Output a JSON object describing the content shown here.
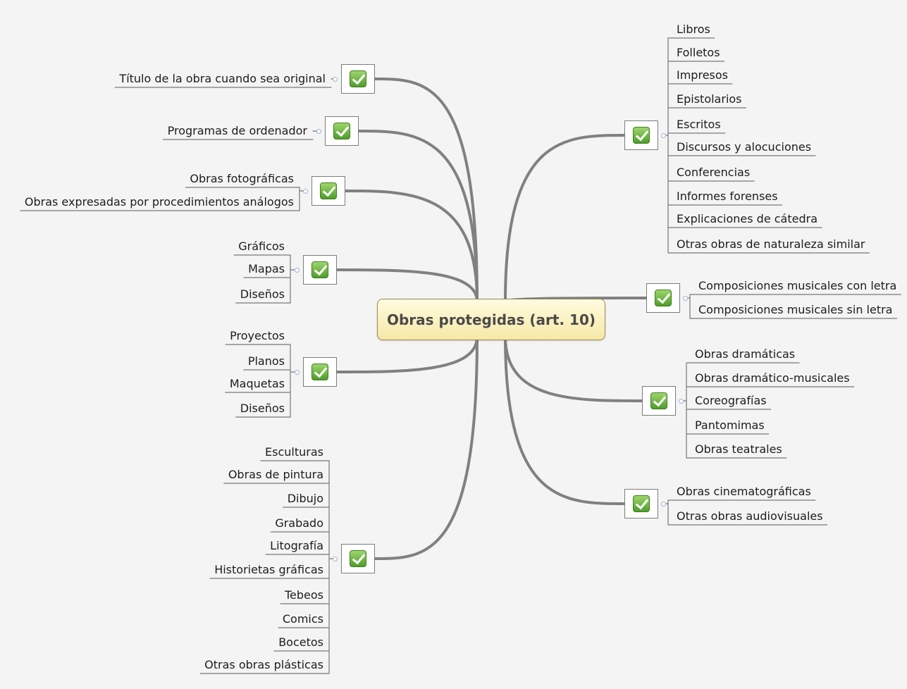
{
  "central": {
    "title": "Obras protegidas (art. 10)"
  },
  "colors": {
    "link": "#808080",
    "leaf_line": "#777777",
    "central_fill": "#f7e8a6",
    "check_green": "#5aa832"
  },
  "branches": [
    {
      "id": "titulo",
      "side": "left",
      "icon": "checkbox-checked-icon",
      "items": [
        "Título de la obra cuando sea original"
      ]
    },
    {
      "id": "programas",
      "side": "left",
      "icon": "checkbox-checked-icon",
      "items": [
        "Programas de ordenador"
      ]
    },
    {
      "id": "fotograficas",
      "side": "left",
      "icon": "checkbox-checked-icon",
      "items": [
        "Obras fotográficas",
        "Obras expresadas por procedimientos análogos"
      ]
    },
    {
      "id": "graficos",
      "side": "left",
      "icon": "checkbox-checked-icon",
      "items": [
        "Gráficos",
        "Mapas",
        "Diseños"
      ]
    },
    {
      "id": "proyectos",
      "side": "left",
      "icon": "checkbox-checked-icon",
      "items": [
        "Proyectos",
        "Planos",
        "Maquetas",
        "Diseños"
      ]
    },
    {
      "id": "plasticas",
      "side": "left",
      "icon": "checkbox-checked-icon",
      "items": [
        "Esculturas",
        "Obras de pintura",
        "Dibujo",
        "Grabado",
        "Litografía",
        "Historietas gráficas",
        "Tebeos",
        "Comics",
        "Bocetos",
        "Otras obras plásticas"
      ]
    },
    {
      "id": "literarias",
      "side": "right",
      "icon": "checkbox-checked-icon",
      "items": [
        "Libros",
        "Folletos",
        "Impresos",
        "Epistolarios",
        "Escritos",
        "Discursos y alocuciones",
        "Conferencias",
        "Informes forenses",
        "Explicaciones de cátedra",
        "Otras obras de naturaleza similar"
      ]
    },
    {
      "id": "musicales",
      "side": "right",
      "icon": "checkbox-checked-icon",
      "items": [
        "Composiciones musicales con letra",
        "Composiciones musicales sin letra"
      ]
    },
    {
      "id": "dramaticas",
      "side": "right",
      "icon": "checkbox-checked-icon",
      "items": [
        "Obras dramáticas",
        "Obras dramático-musicales",
        "Coreografías",
        "Pantomimas",
        "Obras teatrales"
      ]
    },
    {
      "id": "audiovisuales",
      "side": "right",
      "icon": "checkbox-checked-icon",
      "items": [
        "Obras cinematográficas",
        "Otras obras audiovisuales"
      ]
    }
  ]
}
